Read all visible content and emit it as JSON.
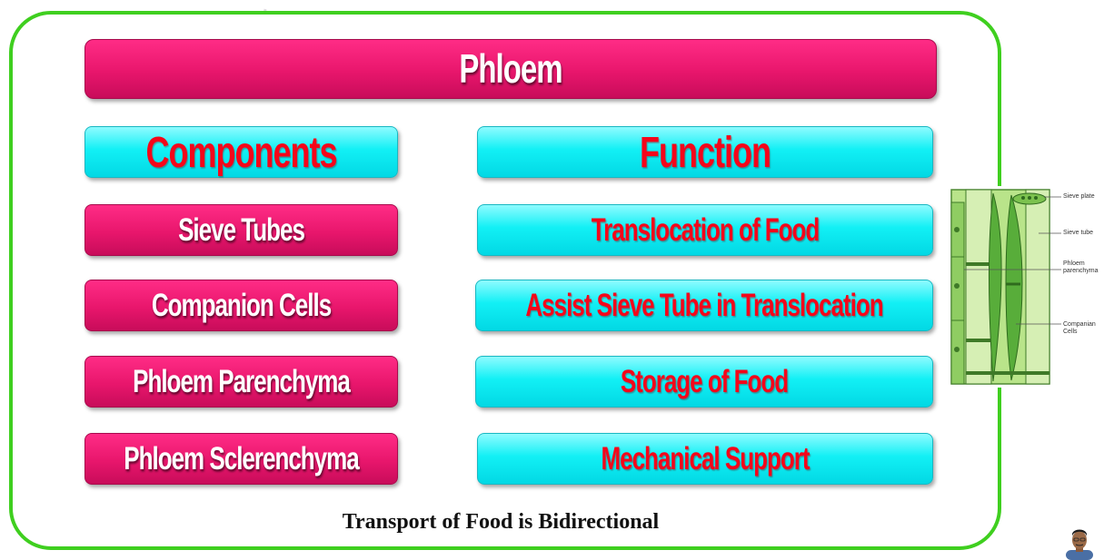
{
  "title": "Phloem",
  "headers": {
    "components": "Components",
    "function": "Function"
  },
  "rows": [
    {
      "component": "Sieve Tubes",
      "function": "Translocation of Food"
    },
    {
      "component": "Companion Cells",
      "function": "Assist Sieve Tube in Translocation"
    },
    {
      "component": "Phloem Parenchyma",
      "function": "Storage of Food"
    },
    {
      "component": "Phloem Sclerenchyma",
      "function": "Mechanical Support"
    }
  ],
  "footer": "Transport of Food is Bidirectional",
  "diagram_labels": {
    "sieve_plate": "Sieve plate",
    "sieve_tube": "Sieve tube",
    "phloem_parenchyma_1": "Phloem",
    "phloem_parenchyma_2": "parenchyma",
    "companion_cells_1": "Companian",
    "companion_cells_2": "Cells"
  },
  "colors": {
    "frame": "#3fcf1f",
    "pink": "#e8166c",
    "cyan": "#12f0f5",
    "cyan_text": "#f4061a"
  }
}
